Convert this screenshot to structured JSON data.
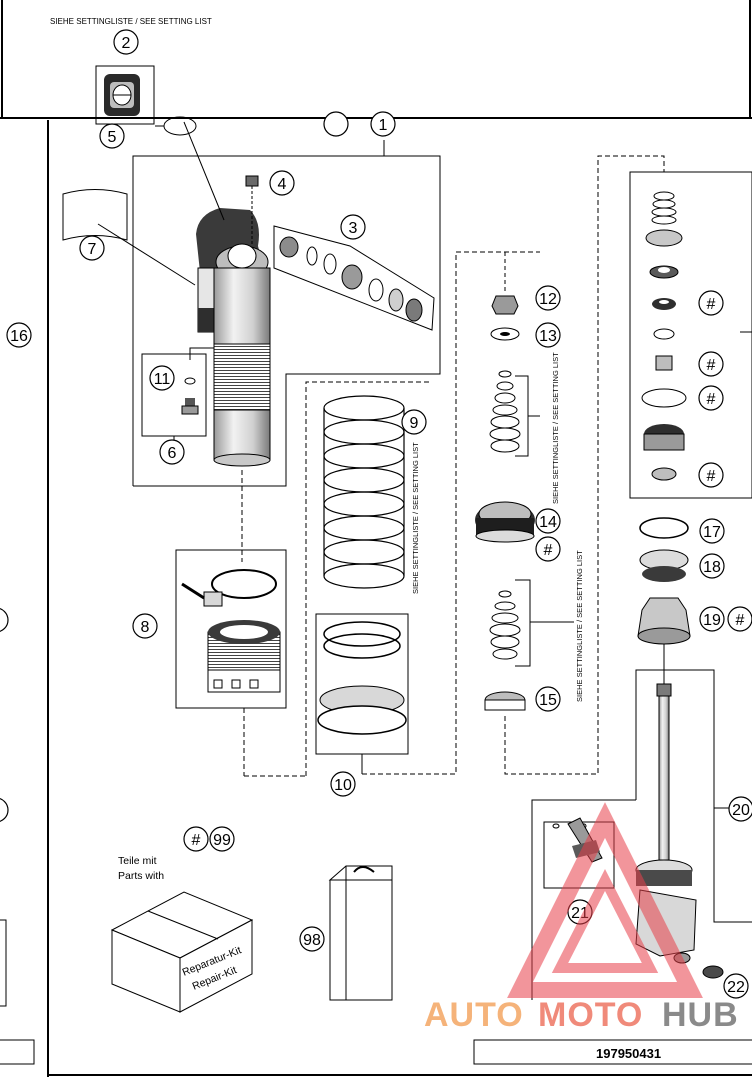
{
  "header": {
    "setting_note": "SIEHE SETTINGLISTE / SEE SETTING LIST"
  },
  "vertical_notes": {
    "spring": "SIEHE SETTINGLISTE / SEE SETTING LIST",
    "stack_upper": "SIEHE SETTINGLISTE / SEE SETTING LIST",
    "stack_lower": "SIEHE SETTINGLISTE / SEE SETTING LIST"
  },
  "callouts": {
    "c1": "1",
    "c2": "2",
    "c3": "3",
    "c4": "4",
    "c5": "5",
    "c6": "6",
    "c7": "7",
    "c8": "8",
    "c9": "9",
    "c10": "10",
    "c11": "11",
    "c12": "12",
    "c13": "13",
    "c14": "14",
    "c15": "15",
    "c16": "16",
    "c17": "17",
    "c18": "18",
    "c19": "19",
    "c20": "20",
    "c21": "21",
    "c22": "22",
    "c98": "98",
    "c99": "99",
    "hash": "#"
  },
  "legend": {
    "line1": "Teile mit",
    "line2": "Parts with",
    "hash": "#",
    "number": "99"
  },
  "repair_kit": {
    "line1": "Reparatur-Kit",
    "line2": "Repair-Kit"
  },
  "document_number": "197950431",
  "watermark": {
    "part1": "AUTO",
    "part2": "MOTO",
    "part3": "HUB",
    "colors": {
      "auto": "#f5b37a",
      "moto": "#f08a7a",
      "hub": "#8a8a8a",
      "triangle": "#e8404a"
    }
  }
}
